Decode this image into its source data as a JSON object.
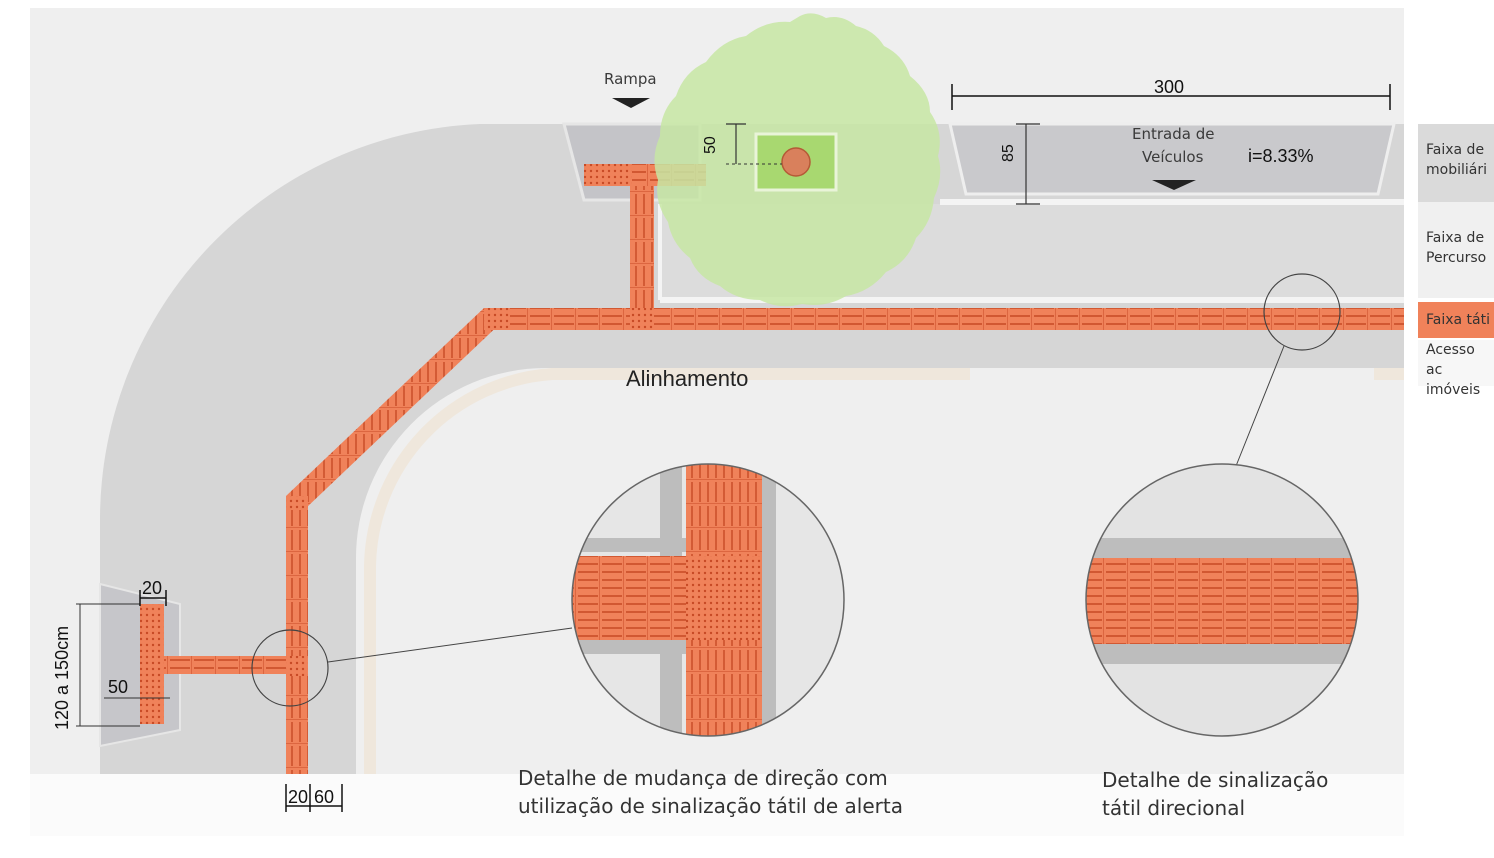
{
  "labels": {
    "rampa": "Rampa",
    "dim_300": "300",
    "entrada_line1": "Entrada de",
    "entrada_line2": "Veículos",
    "slope": "i=8.33%",
    "dim_85": "85",
    "dim_50_top": "50",
    "alinhamento": "Alinhamento",
    "dim_20": "20",
    "dim_50_left": "50",
    "dim_120_150": "120 a 150cm",
    "dim_20_bottom": "20",
    "dim_60_bottom": "60"
  },
  "legend": {
    "faixa_mobiliario_1": "Faixa de",
    "faixa_mobiliario_2": "mobiliári",
    "faixa_percurso_1": "Faixa de",
    "faixa_percurso_2": "Percurso",
    "faixa_tatil": "Faixa táti",
    "acesso_1": "Acesso ac",
    "acesso_2": "imóveis"
  },
  "captions": {
    "detail_left_1": "Detalhe de mudança de direção com",
    "detail_left_2": "utilização de sinalização tátil de alerta",
    "detail_right_1": "Detalhe de sinalização",
    "detail_right_2": "tátil direcional"
  },
  "colors": {
    "sidewalk": "#d4d4d4",
    "tactile": "#f0825a",
    "tactile_line": "#c74a25",
    "tree": "#c6e7a0",
    "curb": "#f2ece2"
  }
}
